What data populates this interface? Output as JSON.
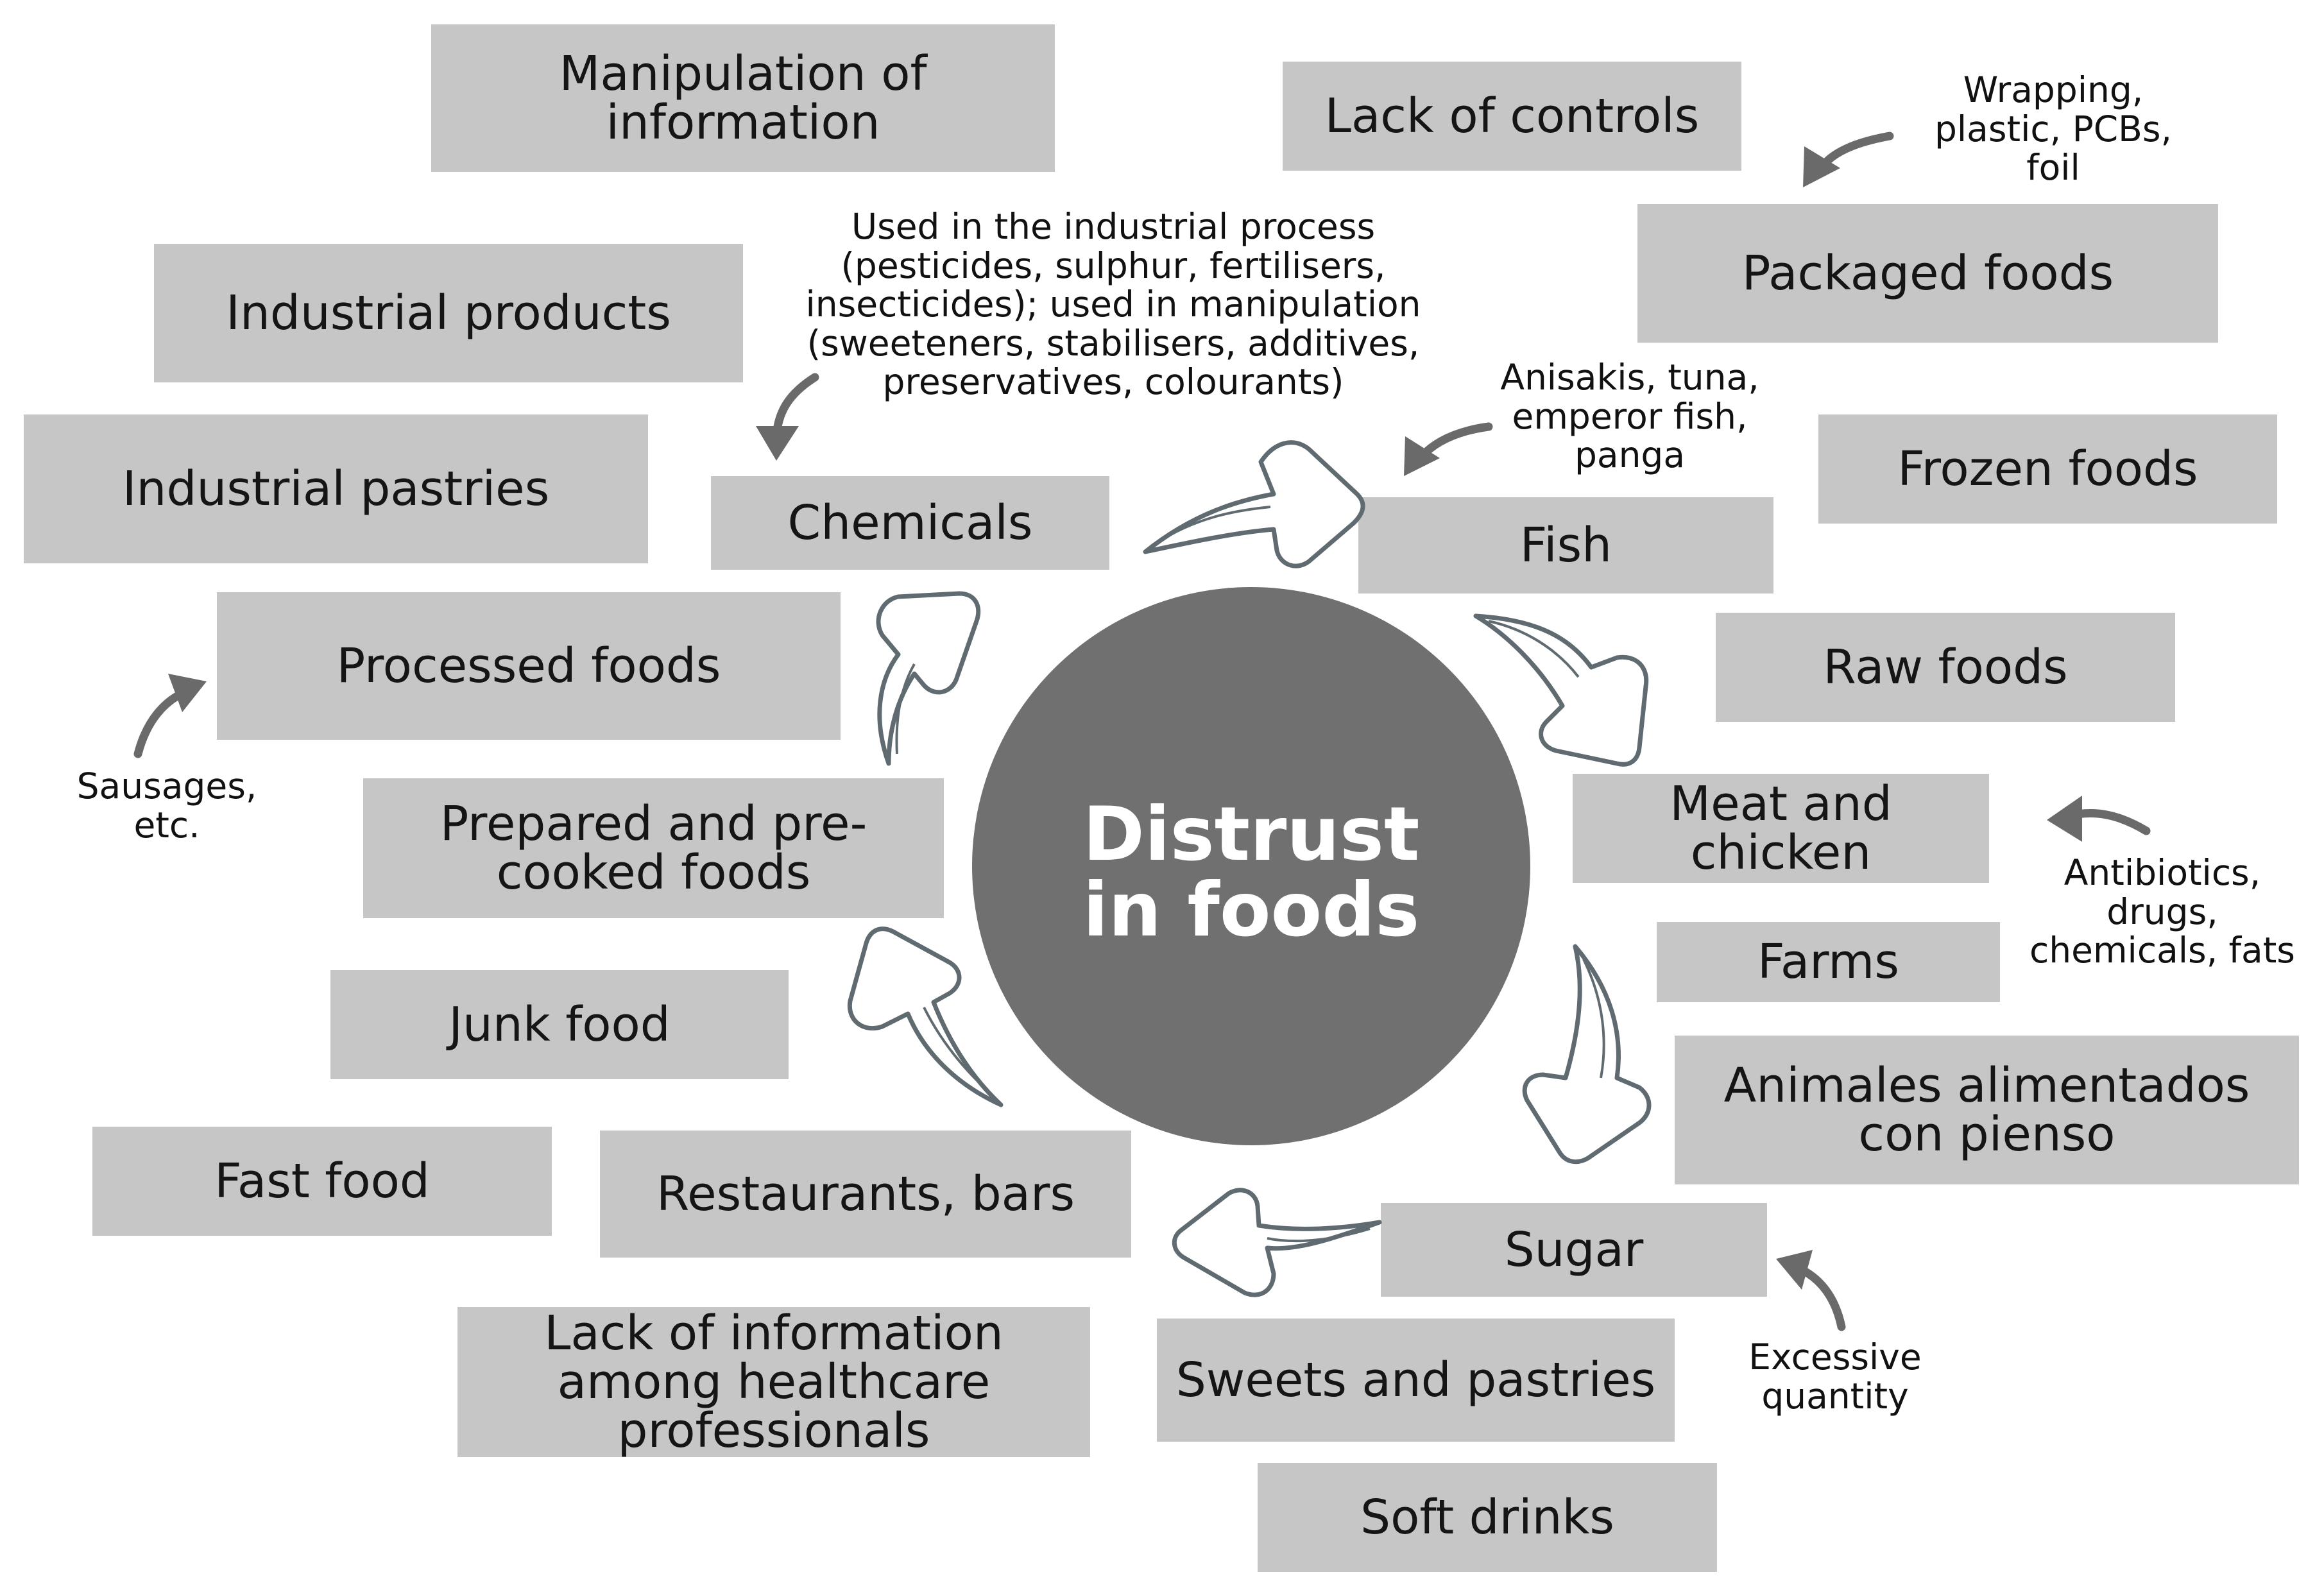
{
  "center": {
    "title": "Distrust\nin foods"
  },
  "boxes": {
    "manipulation": "Manipulation of\ninformation",
    "lack_controls": "Lack of controls",
    "packaged": "Packaged foods",
    "industrial_products": "Industrial products",
    "industrial_pastries": "Industrial pastries",
    "chemicals": "Chemicals",
    "fish": "Fish",
    "frozen": "Frozen foods",
    "processed": "Processed foods",
    "raw": "Raw foods",
    "prepared": "Prepared and pre-\ncooked foods",
    "meat": "Meat and chicken",
    "farms": "Farms",
    "junk": "Junk food",
    "animals": "Animales alimentados\ncon pienso",
    "fast_food": "Fast food",
    "restaurants": "Restaurants, bars",
    "sugar": "Sugar",
    "lack_info": "Lack of information\namong healthcare\nprofessionals",
    "sweets": "Sweets and pastries",
    "soft_drinks": "Soft drinks"
  },
  "notes": {
    "wrapping": "Wrapping,\nplastic, PCBs,\nfoil",
    "industrial_process": "Used in the industrial process\n(pesticides, sulphur, fertilisers,\ninsecticides); used in manipulation\n(sweeteners, stabilisers, additives,\npreservatives, colourants)",
    "fish_types": "Anisakis, tuna,\nemperor fish,\npanga",
    "sausages": "Sausages,\netc.",
    "antibiotics": "Antibiotics,\ndrugs,\nchemicals, fats",
    "excessive": "Excessive\nquantity"
  },
  "colors": {
    "box_fill": "#c6c6c6",
    "center_fill": "#707070",
    "cycle_arrow_stroke": "#5f6b70",
    "pointer_arrow": "#6a6a6a"
  }
}
